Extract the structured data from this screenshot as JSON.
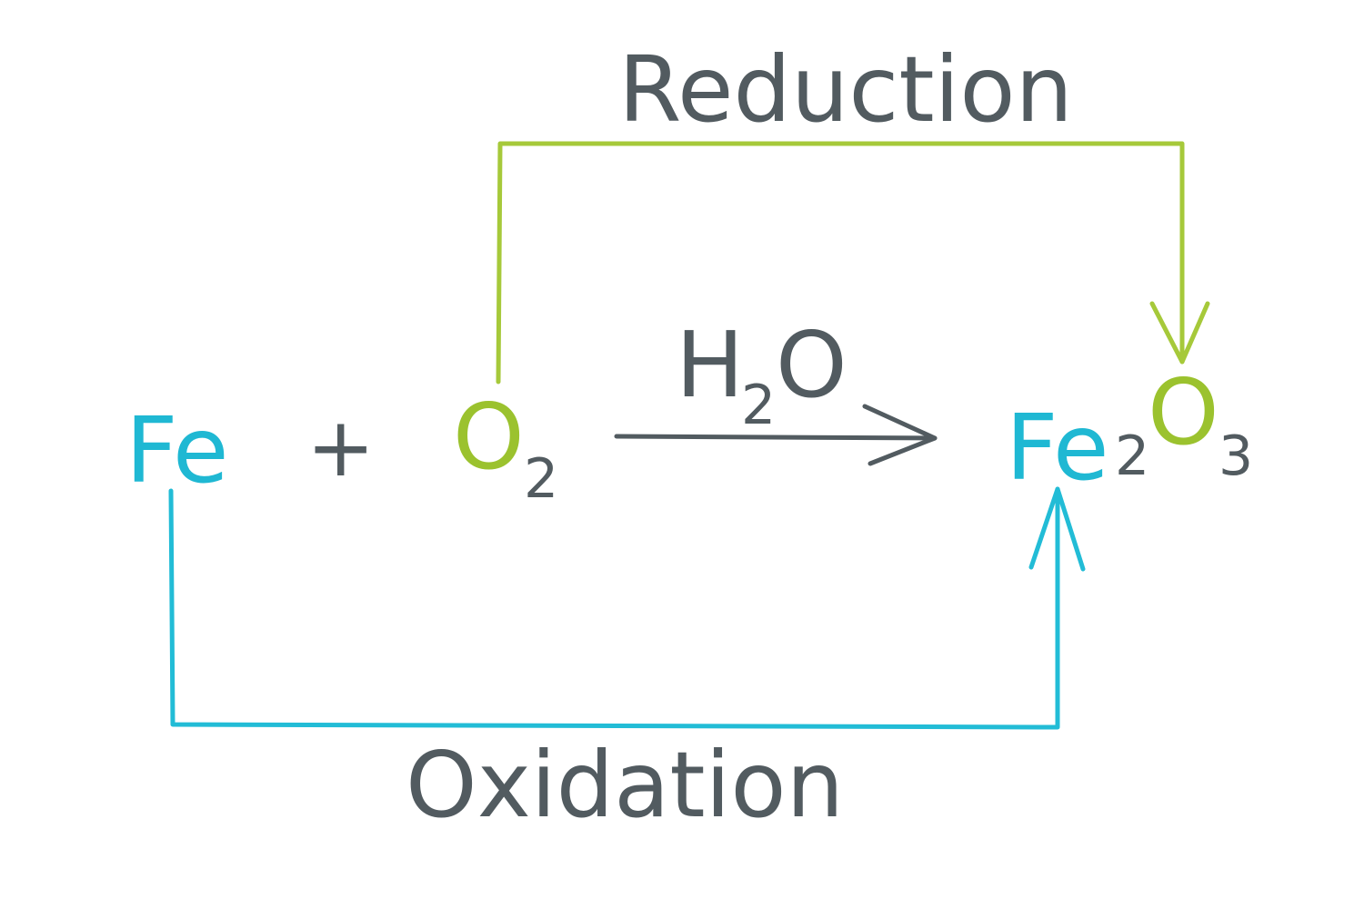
{
  "reaction": {
    "reactant_1": "Fe",
    "plus_sign": "+",
    "reactant_2": {
      "symbol": "O",
      "subscript": "2"
    },
    "catalyst": {
      "symbol_1": "H",
      "subscript": "2",
      "symbol_2": "O"
    },
    "product": {
      "symbol_1": "Fe",
      "subscript_1": "2",
      "symbol_2": "O",
      "subscript_2": "3"
    }
  },
  "labels": {
    "reduction": "Reduction",
    "oxidation": "Oxidation"
  },
  "colors": {
    "iron": "#1fb8d3",
    "oxygen": "#9bc22e",
    "text": "#525b60",
    "reduction_line": "#a6c93a",
    "oxidation_line": "#22bcd6",
    "reaction_arrow": "#525b60"
  }
}
